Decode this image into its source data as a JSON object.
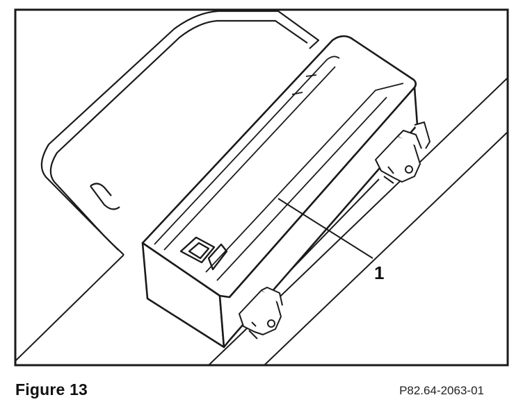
{
  "figure": {
    "caption": "Figure 13",
    "reference": "P82.64-2063-01"
  },
  "callouts": [
    {
      "label": "1"
    }
  ],
  "colors": {
    "line": "#1a1a1a",
    "background": "#ffffff"
  }
}
